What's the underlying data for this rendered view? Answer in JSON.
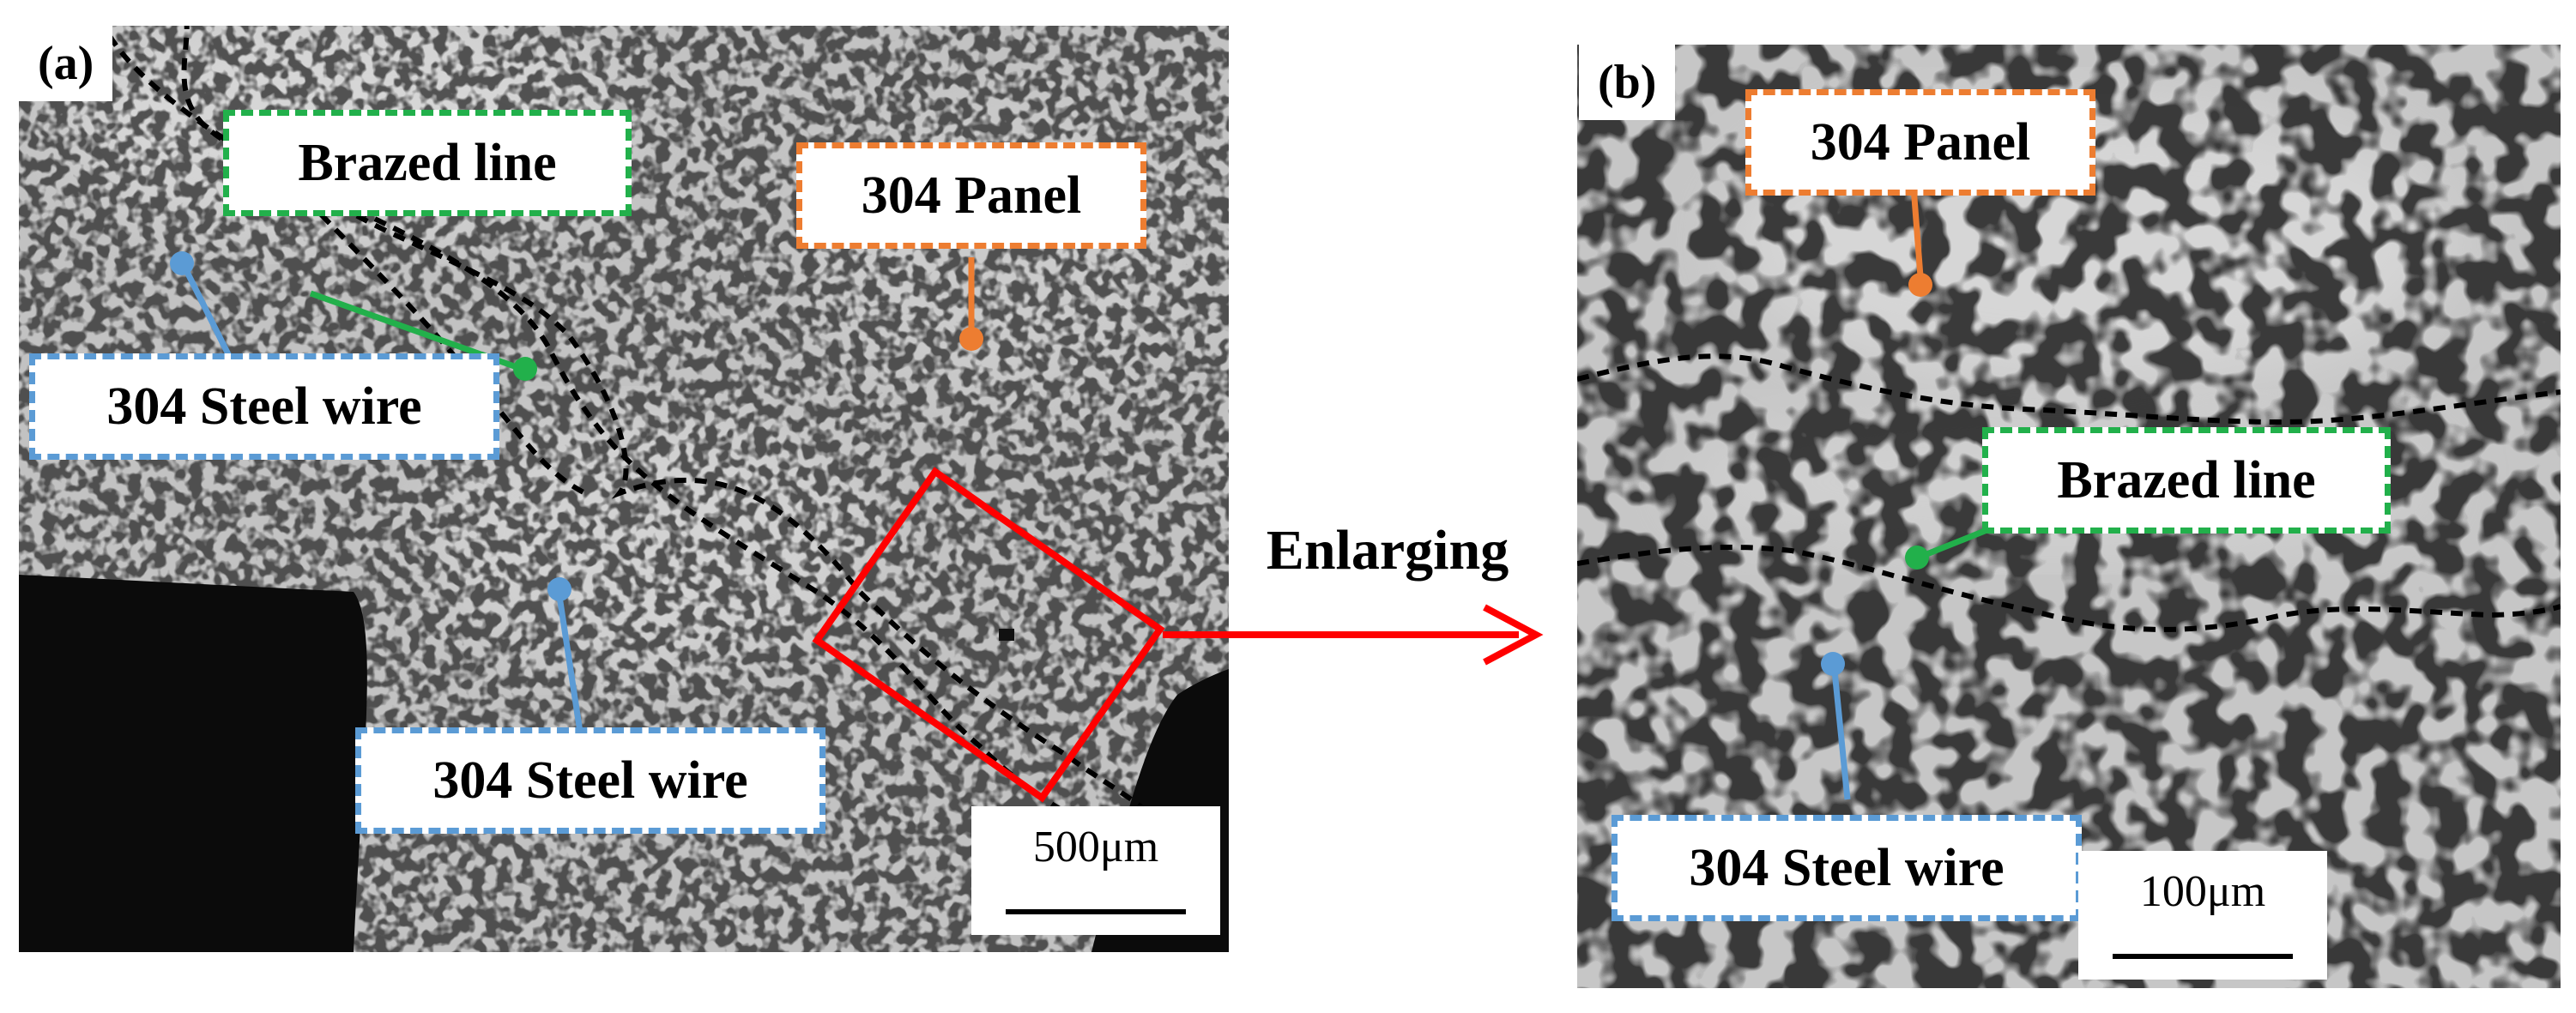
{
  "panel_a": {
    "label": "(a)",
    "callouts": {
      "brazed_line": "Brazed line",
      "panel": "304 Panel",
      "steel_wire_upper": "304 Steel wire",
      "steel_wire_lower": "304 Steel wire"
    },
    "scale_bar": "500μm"
  },
  "panel_b": {
    "label": "(b)",
    "callouts": {
      "panel": "304 Panel",
      "brazed_line": "Brazed line",
      "steel_wire": "304 Steel wire"
    },
    "scale_bar": "100μm"
  },
  "enlarging_label": "Enlarging",
  "colors": {
    "brazed_line": "#22b04b",
    "panel": "#ed7d31",
    "steel_wire": "#5b9bd5",
    "zoom_box": "#ff0000"
  }
}
